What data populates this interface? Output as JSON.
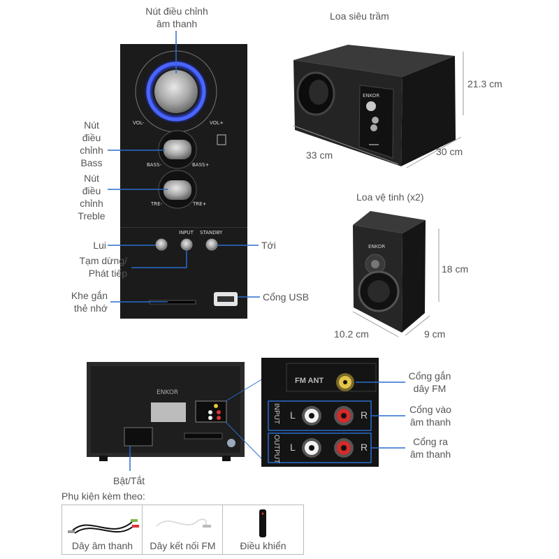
{
  "front_panel": {
    "volume_knob_label": [
      "Nút điều chỉnh",
      "âm thanh"
    ],
    "vol_minus": "VOL-",
    "vol_plus": "VOL+",
    "bass_label": [
      "Nút",
      "điều",
      "chỉnh",
      "Bass"
    ],
    "bass_minus": "BASS-",
    "bass_plus": "BASS+",
    "treble_label": [
      "Nút",
      "điều",
      "chỉnh",
      "Treble"
    ],
    "tre_minus": "TRE-",
    "tre_plus": "TRE+",
    "input_label": "INPUT",
    "standby_label": "STANDBY",
    "prev_label": "Lui",
    "play_pause_label": [
      "Tạm dừng/",
      "Phát tiếp"
    ],
    "next_label": "Tới",
    "card_slot_label": [
      "Khe gắn",
      "thẻ nhớ"
    ],
    "usb_label": "Cổng USB"
  },
  "subwoofer": {
    "title": "Loa siêu trầm",
    "brand": "ENKOR",
    "height": "21.3 cm",
    "width": "33 cm",
    "depth": "30 cm"
  },
  "satellite": {
    "title": "Loa vệ tinh (x2)",
    "brand": "ENKOR",
    "height": "18 cm",
    "width": "10.2 cm",
    "depth": "9 cm"
  },
  "rear_panel": {
    "brand": "ENKOR",
    "power_label": "Bật/Tắt"
  },
  "connectors": {
    "fm_ant": "FM ANT",
    "input": "INPUT",
    "output": "OUTPUT",
    "left": "L",
    "right": "R",
    "fm_label": [
      "Cổng gắn",
      "dây FM"
    ],
    "input_label": [
      "Cổng vào",
      "âm thanh"
    ],
    "output_label": [
      "Cổng ra",
      "âm thanh"
    ]
  },
  "accessories": {
    "heading": "Phụ kiện kèm theo:",
    "items": [
      "Dây âm thanh",
      "Dây kết nối FM",
      "Điều khiển"
    ]
  }
}
